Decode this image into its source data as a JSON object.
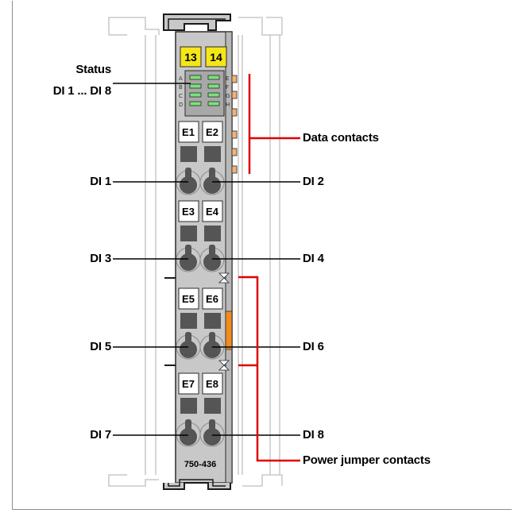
{
  "module": {
    "part_number": "750-436",
    "potential_labels": [
      "13",
      "14"
    ],
    "led_letters": [
      "A",
      "B",
      "C",
      "D",
      "E",
      "F",
      "G",
      "H"
    ],
    "terminals": [
      "E1",
      "E2",
      "E3",
      "E4",
      "E5",
      "E6",
      "E7",
      "E8"
    ]
  },
  "callouts": {
    "status_line1": "Status",
    "status_line2": "DI 1 ... DI 8",
    "data_contacts": "Data contacts",
    "power_jumper_contacts": "Power jumper contacts",
    "di": [
      "DI 1",
      "DI 2",
      "DI 3",
      "DI 4",
      "DI 5",
      "DI 6",
      "DI 7",
      "DI 8"
    ]
  },
  "colors": {
    "module_gray": "#c8c8c8",
    "label_yellow": "#f5e61a",
    "led_green": "#7ce07c",
    "contact_orange": "#f2b27a",
    "jumper_orange": "#f08c1e",
    "callout_red": "#e00000"
  }
}
